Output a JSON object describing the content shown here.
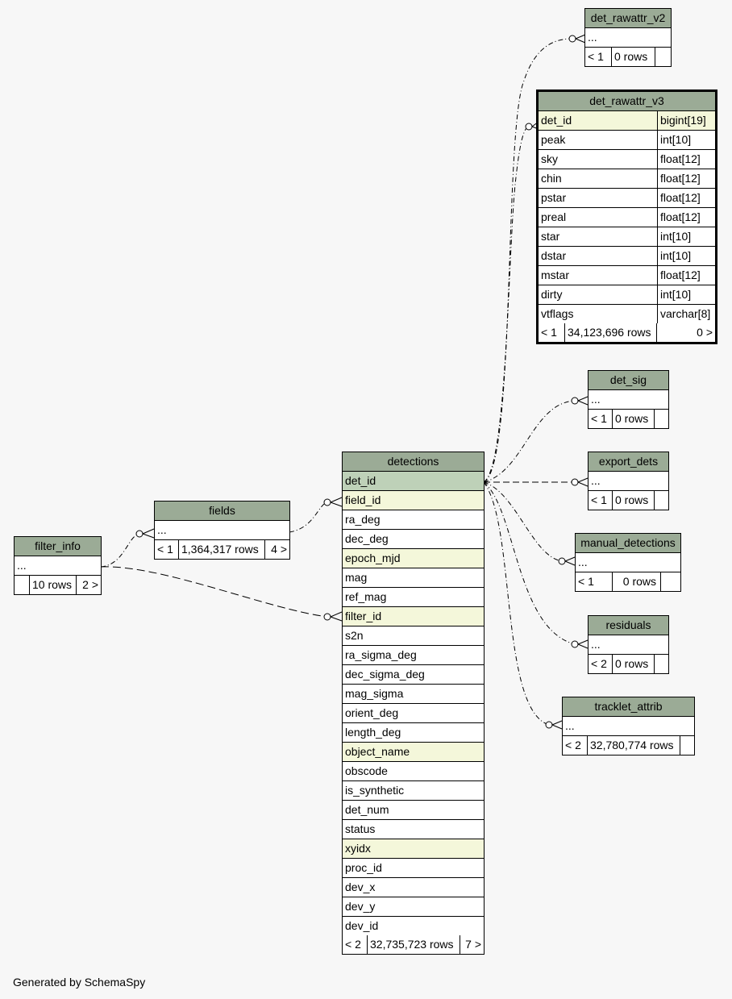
{
  "footer": "Generated by SchemaSpy",
  "tables": {
    "det_rawattr_v2": {
      "title": "det_rawattr_v2",
      "ellipsis": "...",
      "parents": "< 1",
      "rows": "0 rows",
      "children": ""
    },
    "det_rawattr_v3": {
      "title": "det_rawattr_v3",
      "columns": [
        {
          "name": "det_id",
          "type": "bigint[19]"
        },
        {
          "name": "peak",
          "type": "int[10]"
        },
        {
          "name": "sky",
          "type": "float[12]"
        },
        {
          "name": "chin",
          "type": "float[12]"
        },
        {
          "name": "pstar",
          "type": "float[12]"
        },
        {
          "name": "preal",
          "type": "float[12]"
        },
        {
          "name": "star",
          "type": "int[10]"
        },
        {
          "name": "dstar",
          "type": "int[10]"
        },
        {
          "name": "mstar",
          "type": "float[12]"
        },
        {
          "name": "dirty",
          "type": "int[10]"
        },
        {
          "name": "vtflags",
          "type": "varchar[8]"
        }
      ],
      "parents": "< 1",
      "rows": "34,123,696 rows",
      "children": "0 >"
    },
    "det_sig": {
      "title": "det_sig",
      "ellipsis": "...",
      "parents": "< 1",
      "rows": "0 rows",
      "children": ""
    },
    "export_dets": {
      "title": "export_dets",
      "ellipsis": "...",
      "parents": "< 1",
      "rows": "0 rows",
      "children": ""
    },
    "manual_detections": {
      "title": "manual_detections",
      "ellipsis": "...",
      "parents": "< 1",
      "rows": "0 rows",
      "children": ""
    },
    "residuals": {
      "title": "residuals",
      "ellipsis": "...",
      "parents": "< 2",
      "rows": "0 rows",
      "children": ""
    },
    "tracklet_attrib": {
      "title": "tracklet_attrib",
      "ellipsis": "...",
      "parents": "< 2",
      "rows": "32,780,774 rows",
      "children": ""
    },
    "fields": {
      "title": "fields",
      "ellipsis": "...",
      "parents": "< 1",
      "rows": "1,364,317 rows",
      "children": "4 >"
    },
    "filter_info": {
      "title": "filter_info",
      "ellipsis": "...",
      "parents": "",
      "rows": "10 rows",
      "children": "2 >"
    },
    "detections": {
      "title": "detections",
      "columns": [
        {
          "name": "det_id"
        },
        {
          "name": "field_id"
        },
        {
          "name": "ra_deg"
        },
        {
          "name": "dec_deg"
        },
        {
          "name": "epoch_mjd"
        },
        {
          "name": "mag"
        },
        {
          "name": "ref_mag"
        },
        {
          "name": "filter_id"
        },
        {
          "name": "s2n"
        },
        {
          "name": "ra_sigma_deg"
        },
        {
          "name": "dec_sigma_deg"
        },
        {
          "name": "mag_sigma"
        },
        {
          "name": "orient_deg"
        },
        {
          "name": "length_deg"
        },
        {
          "name": "object_name"
        },
        {
          "name": "obscode"
        },
        {
          "name": "is_synthetic"
        },
        {
          "name": "det_num"
        },
        {
          "name": "status"
        },
        {
          "name": "xyidx"
        },
        {
          "name": "proc_id"
        },
        {
          "name": "dev_x"
        },
        {
          "name": "dev_y"
        },
        {
          "name": "dev_id"
        }
      ],
      "parents": "< 2",
      "rows": "32,735,723 rows",
      "children": "7 >"
    }
  }
}
